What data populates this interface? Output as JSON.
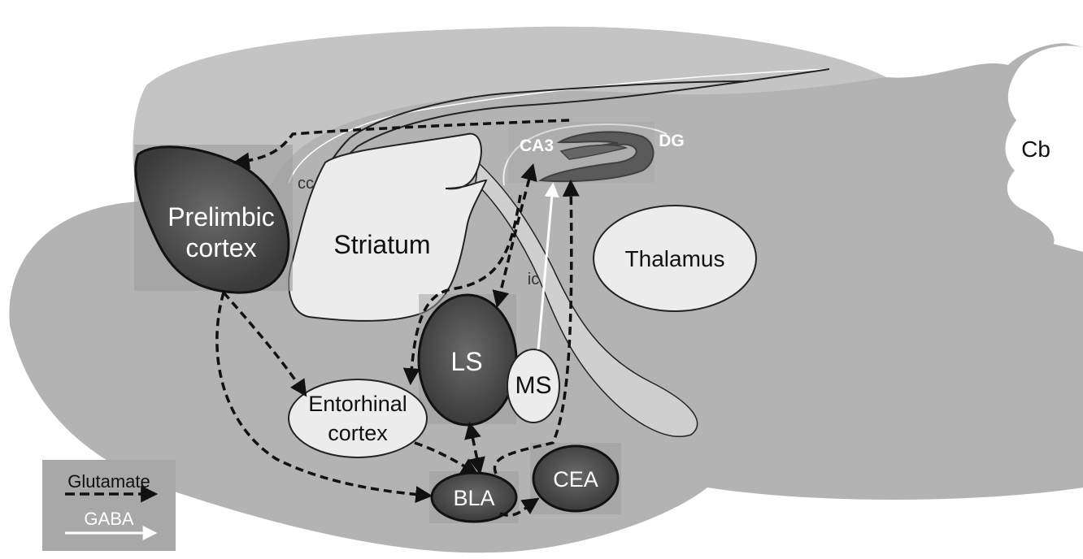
{
  "labels": {
    "prelimbic_1": "Prelimbic",
    "prelimbic_2": "cortex",
    "striatum": "Striatum",
    "thalamus": "Thalamus",
    "cb": "Cb",
    "cc": "cc",
    "ic": "ic",
    "ca3": "CA3",
    "dg": "DG",
    "ls": "LS",
    "ms": "MS",
    "entorhinal_1": "Entorhinal",
    "entorhinal_2": "cortex",
    "bla": "BLA",
    "cea": "CEA"
  },
  "legend": {
    "glutamate": "Glutamate",
    "gaba": "GABA"
  },
  "colors": {
    "brain_fill": "#b3b3b3",
    "cortex_band": "#c2c2c2",
    "dark_region": "#555555",
    "light_region": "#efefef",
    "arrow_dark": "#111111",
    "arrow_light": "#ffffff"
  }
}
